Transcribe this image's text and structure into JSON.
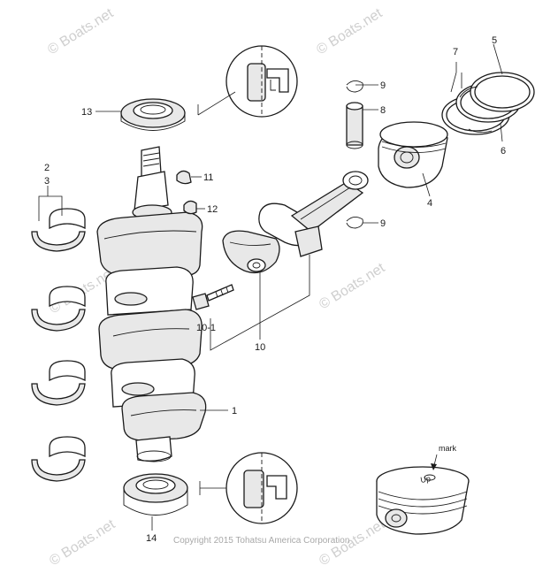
{
  "labels": {
    "p1": "1",
    "p2": "2",
    "p3": "3",
    "p4": "4",
    "p5": "5",
    "p6": "6",
    "p7": "7",
    "p8": "8",
    "p9a": "9",
    "p9b": "9",
    "p10": "10",
    "p10_1": "10-1",
    "p11": "11",
    "p12": "12",
    "p13": "13",
    "p14": "14",
    "mark": "mark"
  },
  "watermark": "© Boats.net",
  "copyright": "Copyright 2015 Tohatsu America Corporation",
  "colors": {
    "ink": "#1a1a1a",
    "watermark": "#cfcfcf"
  }
}
